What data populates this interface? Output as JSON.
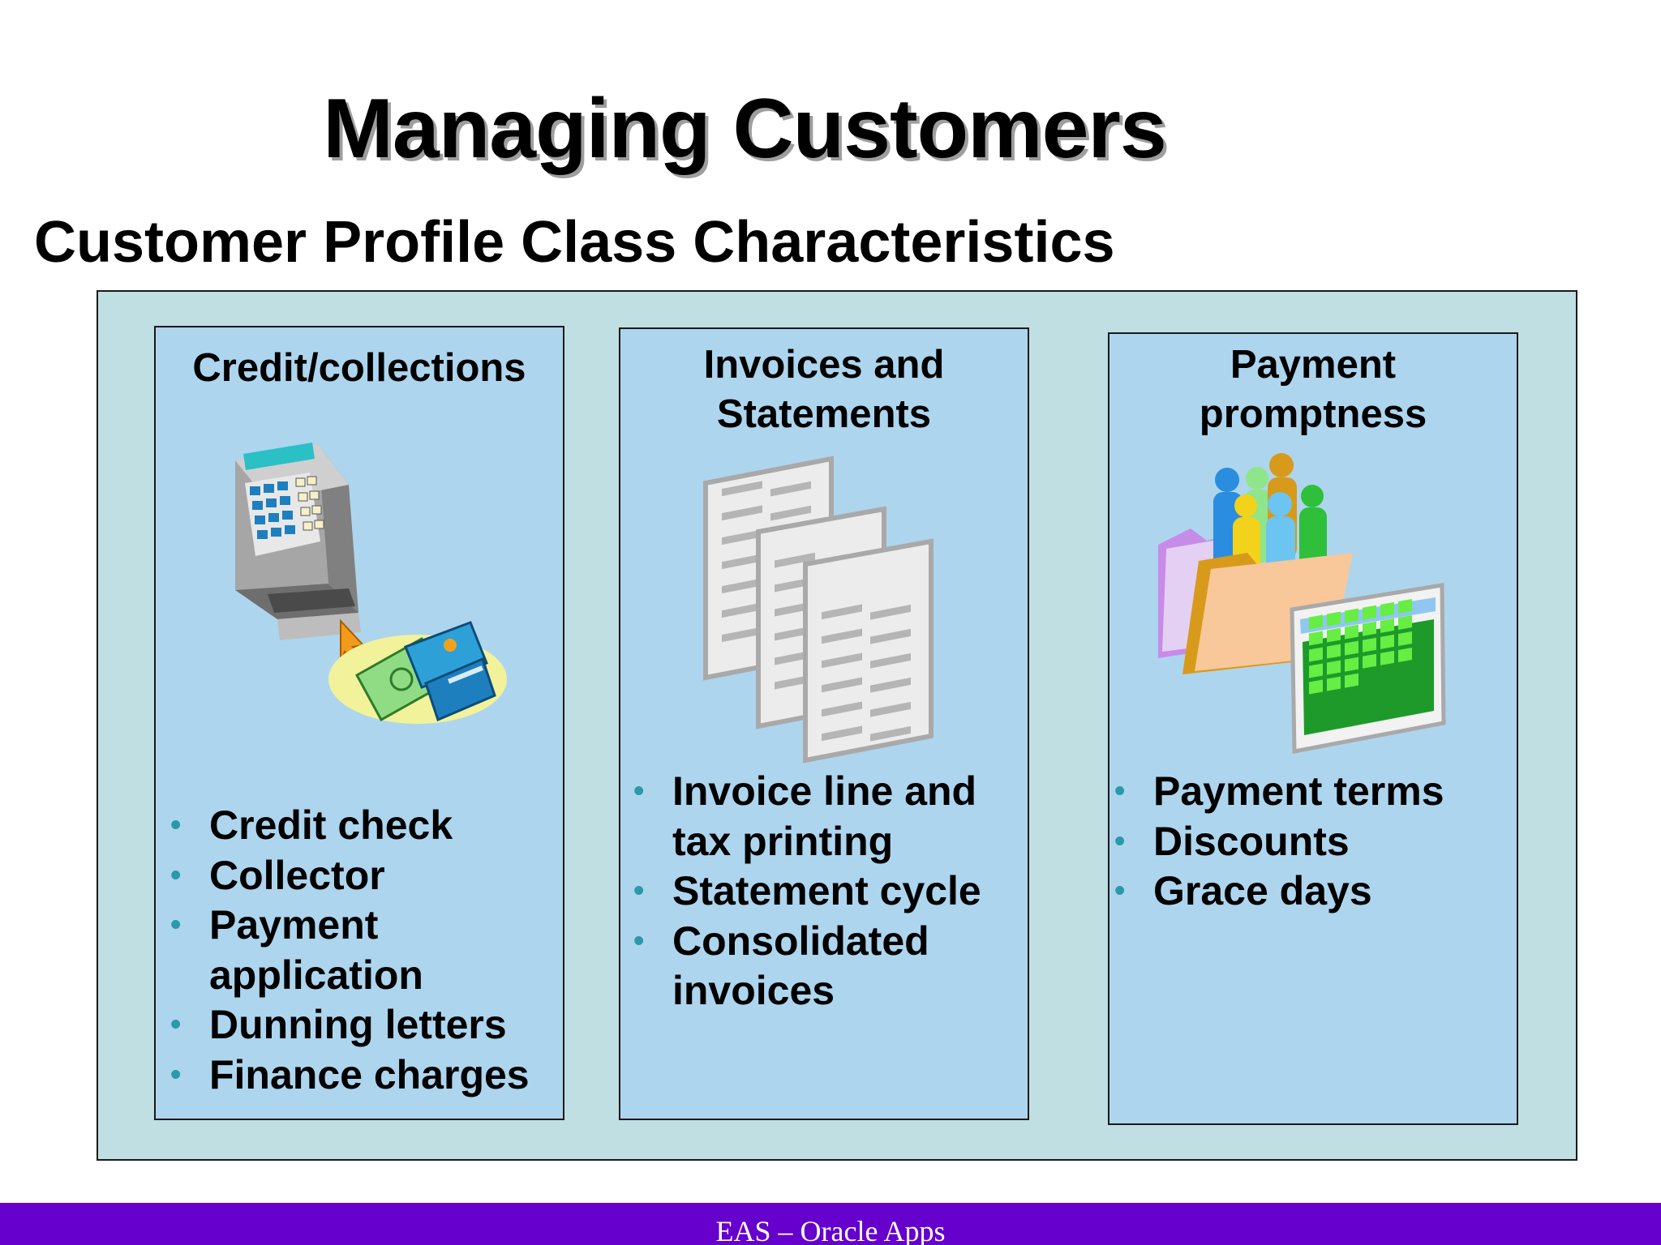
{
  "slide": {
    "title": "Managing Customers",
    "subtitle": "Customer Profile Class Characteristics"
  },
  "cards": [
    {
      "title": "Credit/collections",
      "icon": "cash-register-icon",
      "bullets": [
        "Credit check",
        "Collector",
        "Payment application",
        "Dunning letters",
        "Finance charges"
      ]
    },
    {
      "title": "Invoices and Statements",
      "icon": "documents-icon",
      "bullets": [
        "Invoice line and tax printing",
        "Statement cycle",
        "Consolidated invoices"
      ]
    },
    {
      "title": "Payment promptness",
      "icon": "customer-folder-calendar-icon",
      "bullets": [
        "Payment terms",
        "Discounts",
        "Grace days"
      ]
    }
  ],
  "footer": {
    "text": "EAS – Oracle Apps"
  },
  "colors": {
    "panel_bg": "#c0dfe2",
    "card_bg": "#aed5ee",
    "bullet": "#2a9aa6",
    "footer_bg": "#6600cc"
  }
}
